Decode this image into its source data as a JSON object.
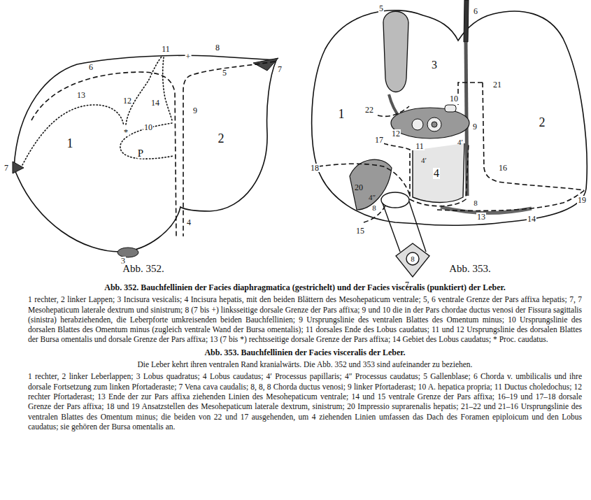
{
  "diagram": {
    "labels": [
      "11",
      "+",
      "8",
      "7",
      "6",
      "5",
      "13",
      "12",
      "14",
      "9",
      "*",
      "10",
      "1",
      "2",
      "P",
      "7",
      "3",
      "4",
      "Abb. 352.",
      "5",
      "6",
      "3",
      "21",
      "10",
      "22",
      "12",
      "9",
      "1",
      "2",
      "17",
      "11",
      "4′",
      "4′",
      "4",
      "18",
      "16",
      "19",
      "20",
      "4″",
      "8",
      "15",
      "8",
      "13",
      "14",
      "8",
      "7",
      "Abb. 353.",
      "Abb. 352. Bauchfellinien der Facies diaphragmatica (gestrichelt) und der Facies visceralis (punktiert) der Leber.",
      "1 rechter, 2 linker Lappen; 3 Incisura vesicalis; 4 Incisura hepatis, mit den beiden Blättern des Mesohepaticum ventrale; 5, 6 ventrale Grenze der Pars affixa hepatis; 7, 7 Mesohepaticum laterale dextrum und sinistrum; 8 (7 bis +) linksseitige dorsale Grenze der Pars affixa; 9 und 10 die in der Pars chordae ductus venosi der Fissura sagittalis (sinistra) herabziehenden, die Leberpforte umkreisenden beiden Bauchfellinien; 9 Ursprungslinie des ventralen Blattes des Omentum minus; 10 Ursprungslinie des dorsalen Blattes des Omentum minus (zugleich ventrale Wand der Bursa omentalis); 11 dorsales Ende des Lobus caudatus; 11 und 12 Ursprungslinie des dorsalen Blattes der Bursa omentalis und dorsale Grenze der Pars affixa; 13 (7 bis *) rechtsseitige dorsale Grenze der Pars affixa; 14 Gebiet des Lobus caudatus; * Proc. caudatus.",
      "Abb. 353. Bauchfellinien der Facies visceralis der Leber.",
      "Die Leber kehrt ihren ventralen Rand kranialwärts. Die Abb. 352 und 353 sind aufeinander zu beziehen.",
      "1 rechter, 2 linker Leberlappen; 3 Lobus quadratus; 4 Lobus caudatus; 4′ Processus papillaris; 4″ Processus caudatus; 5 Gallenblase; 6 Chorda v. umbilicalis und ihre dorsale Fortsetzung zum linken Pfortaderaste; 7 Vena cava caudalis; 8, 8, 8 Chorda ductus venosi; 9 linker Pfortaderast; 10 A. hepatica propria; 11 Ductus choledochus; 12 rechter Pfortaderast; 13 Ende der zur Pars affixa ziehenden Linien des Mesohepaticum ventrale; 14 und 15 ventrale Grenze der Pars affixa; 16–19 und 17–18 dorsale Grenze der Pars affixa; 18 und 19 Ansatzstellen des Mesohepaticum laterale dextrum, sinistrum; 20 Impressio suprarenalis hepatis; 21–22 und 21–16 Ursprungslinie des ventralen Blattes des Omentum minus; die beiden von 22 und 17 ausgehenden, um 4 ziehenden Linien umfassen das Dach des Foramen epiploicum und den Lobus caudatus; sie gehören der Bursa omentalis an."
    ]
  }
}
